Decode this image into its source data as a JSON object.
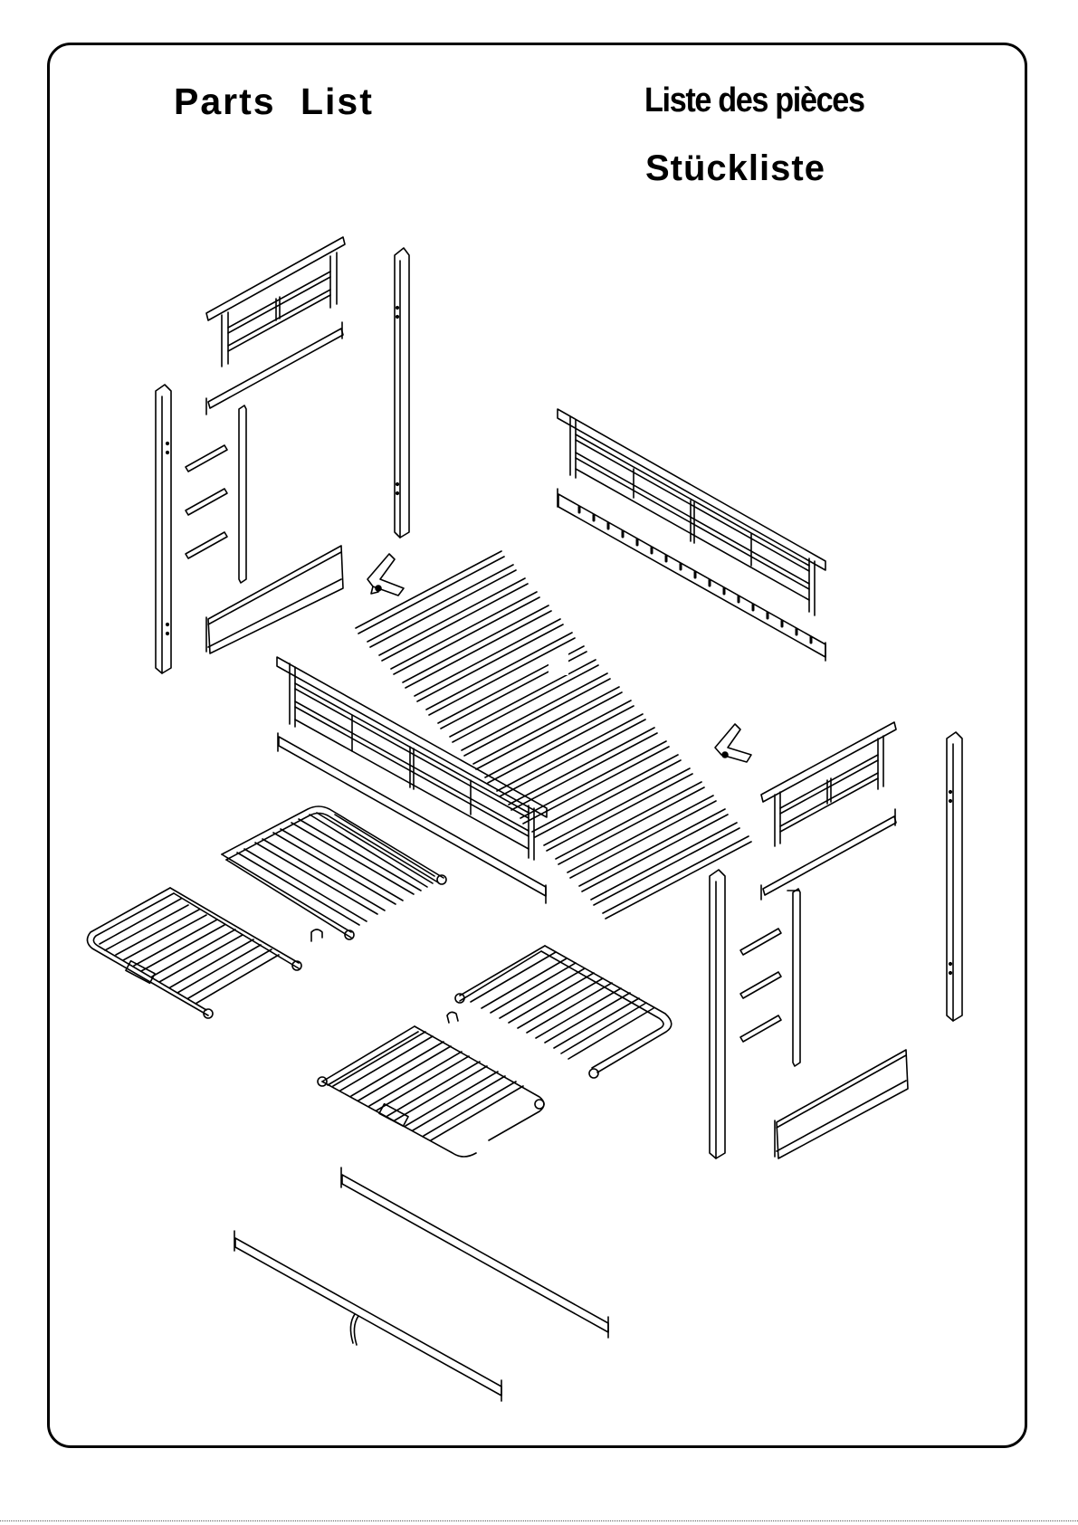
{
  "header": {
    "title_en": "Parts  List",
    "title_fr": "Liste des pièces",
    "title_de": "Stückliste"
  },
  "colors": {
    "ink": "#000000",
    "paper": "#ffffff"
  },
  "diagram": {
    "type": "exploded-parts-view",
    "components": [
      "upper-headboard-panel",
      "upper-headboard-rail",
      "tall-post-a",
      "tall-post-b",
      "ladder-post-left",
      "ladder-rungs-left",
      "ladder-rail-left",
      "lower-headboard-rail-left",
      "bed-slat-set",
      "support-bracket-a",
      "support-bracket-b",
      "long-guard-rail-right",
      "long-side-rail-slotted",
      "long-guard-rail-front",
      "long-side-rail-front",
      "futon-frame-section-1",
      "futon-frame-section-2",
      "futon-frame-section-3",
      "futon-frame-section-4",
      "small-hook-a",
      "small-hook-b",
      "right-headboard-panel",
      "right-headboard-rail",
      "right-ladder-post",
      "right-ladder-rungs",
      "right-ladder-rail",
      "right-tall-post",
      "right-lower-rail",
      "long-cross-bar-1",
      "long-cross-bar-2"
    ]
  }
}
